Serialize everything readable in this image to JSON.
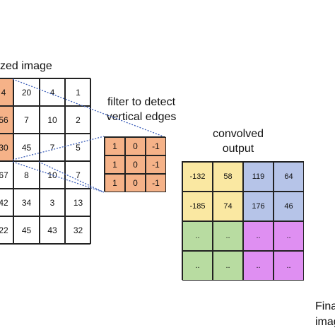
{
  "labels": {
    "image": "zed image",
    "filter_line1": "filter to detect",
    "filter_line2": "vertical edges",
    "output_line1": "convolved",
    "output_line2": "output",
    "final_line1": "Fina",
    "final_line2": "imag"
  },
  "colors": {
    "orange": "#f5b288",
    "yellow": "#fae8a2",
    "blue": "#b6c4e8",
    "green": "#b8dca1",
    "purple": "#df8ff2",
    "dotted_line": "#3a5db8"
  },
  "image_grid": [
    [
      "4",
      "20",
      "4",
      "1"
    ],
    [
      "56",
      "7",
      "10",
      "2"
    ],
    [
      "30",
      "45",
      "7",
      "5"
    ],
    [
      "67",
      "8",
      "10",
      "7"
    ],
    [
      "42",
      "34",
      "3",
      "13"
    ],
    [
      "22",
      "45",
      "43",
      "32"
    ]
  ],
  "image_highlight": [
    [
      0,
      0
    ],
    [
      1,
      0
    ],
    [
      2,
      0
    ]
  ],
  "filter_grid": [
    [
      "1",
      "0",
      "-1"
    ],
    [
      "1",
      "0",
      "-1"
    ],
    [
      "1",
      "0",
      "-1"
    ]
  ],
  "output_grid": [
    [
      {
        "v": "-132",
        "c": "yellow"
      },
      {
        "v": "58",
        "c": "yellow"
      },
      {
        "v": "119",
        "c": "blue"
      },
      {
        "v": "64",
        "c": "blue"
      }
    ],
    [
      {
        "v": "-185",
        "c": "yellow"
      },
      {
        "v": "74",
        "c": "yellow"
      },
      {
        "v": "176",
        "c": "blue"
      },
      {
        "v": "46",
        "c": "blue"
      }
    ],
    [
      {
        "v": "..",
        "c": "green"
      },
      {
        "v": "..",
        "c": "green"
      },
      {
        "v": "..",
        "c": "purple"
      },
      {
        "v": "..",
        "c": "purple"
      }
    ],
    [
      {
        "v": "..",
        "c": "green"
      },
      {
        "v": "..",
        "c": "green"
      },
      {
        "v": "..",
        "c": "purple"
      },
      {
        "v": "..",
        "c": "purple"
      }
    ]
  ]
}
